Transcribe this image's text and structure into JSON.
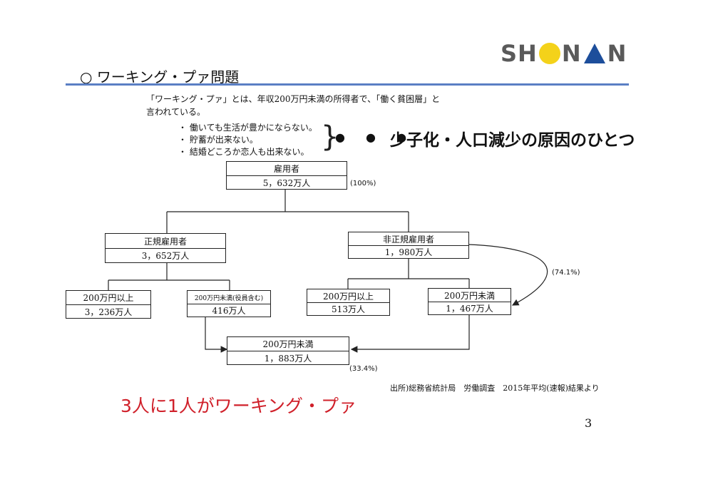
{
  "logo": {
    "text_before": "SH",
    "text_after": "N",
    "sun_color": "#f4d21a",
    "triangle_color": "#1d4e9b"
  },
  "header": {
    "title": "○ ワーキング・プァ問題",
    "rule_color": "#5a7fc4"
  },
  "intro": {
    "line1": "「ワーキング・プァ」とは、年収200万円未満の所得者で、「働く貧困層」と",
    "line2": "言われている。"
  },
  "bullets": [
    "・ 働いても生活が豊かにならない。",
    "・ 貯蓄が出来ない。",
    "・ 結婚どころか恋人も出来ない。"
  ],
  "conclusion": {
    "brace": "}",
    "dots": "● ● ●",
    "text": "少子化・人口減少の原因のひとつ"
  },
  "diagram": {
    "root": {
      "label": "雇用者",
      "value": "5，632万人",
      "pct": "(100%)"
    },
    "regular": {
      "label": "正規雇用者",
      "value": "3，652万人"
    },
    "nonregular": {
      "label": "非正規雇用者",
      "value": "1，980万人",
      "pct": "(74.1%)"
    },
    "reg_high": {
      "label": "200万円以上",
      "value": "3，236万人"
    },
    "reg_low": {
      "label": "200万円未満(役員含む)",
      "value": "416万人"
    },
    "non_high": {
      "label": "200万円以上",
      "value": "513万人"
    },
    "non_low": {
      "label": "200万円未満",
      "value": "1，467万人"
    },
    "total_low": {
      "label": "200万円未満",
      "value": "1，883万人",
      "pct": "(33.4%)"
    }
  },
  "source": "出所)総務省統計局　労働調査　2015年平均(速報)結果より",
  "punchline": {
    "text": "3人に1人がワーキング・プァ",
    "color": "#d0202a"
  },
  "page_number": "3"
}
